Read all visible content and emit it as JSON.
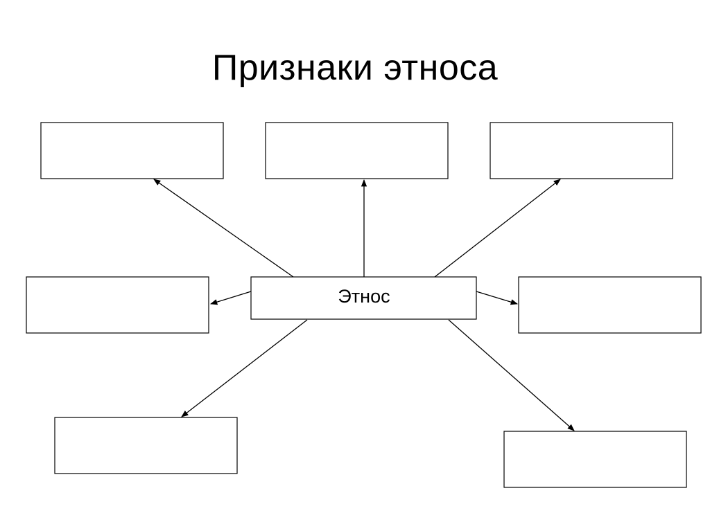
{
  "title": "Признаки этноса",
  "center": {
    "label": "Этнос"
  },
  "outer_boxes": [
    {
      "id": "top-left",
      "label": ""
    },
    {
      "id": "top-center",
      "label": ""
    },
    {
      "id": "top-right",
      "label": ""
    },
    {
      "id": "middle-left",
      "label": ""
    },
    {
      "id": "middle-right",
      "label": ""
    },
    {
      "id": "bottom-left",
      "label": ""
    },
    {
      "id": "bottom-right",
      "label": ""
    }
  ]
}
